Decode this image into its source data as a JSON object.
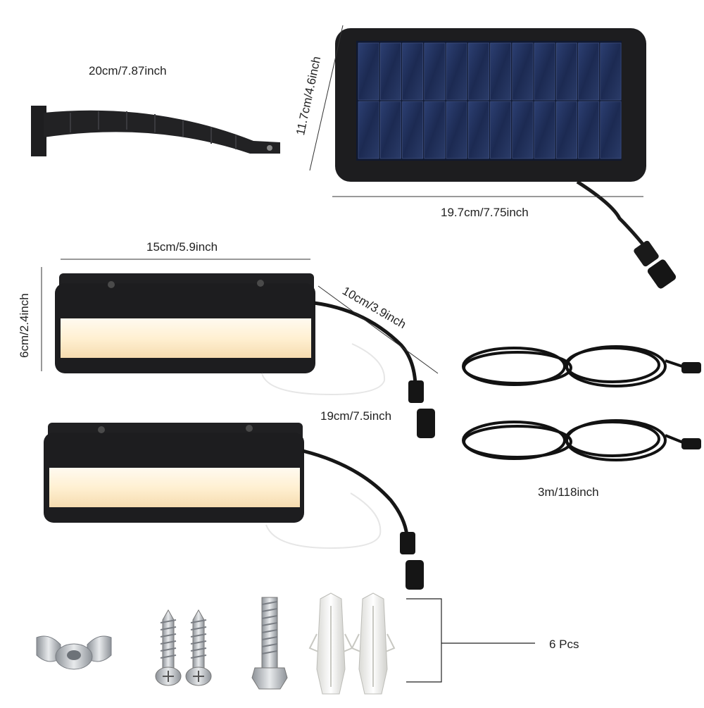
{
  "labels": {
    "bracket_length": "20cm/7.87inch",
    "panel_height": "11.7cm/4.6inch",
    "panel_width": "19.7cm/7.75inch",
    "light_width": "15cm/5.9inch",
    "light_height": "6cm/2.4inch",
    "light_depth": "10cm/3.9inch",
    "light_cable": "19cm/7.5inch",
    "extension_cable": "3m/118inch",
    "hardware_count": "6 Pcs"
  },
  "colors": {
    "body": "#1e1e20",
    "panel_cell": "#1f2f5a",
    "light_glow": "#fff1d6",
    "metal": "#c8ccd0",
    "anchor": "#f1f1ef"
  }
}
